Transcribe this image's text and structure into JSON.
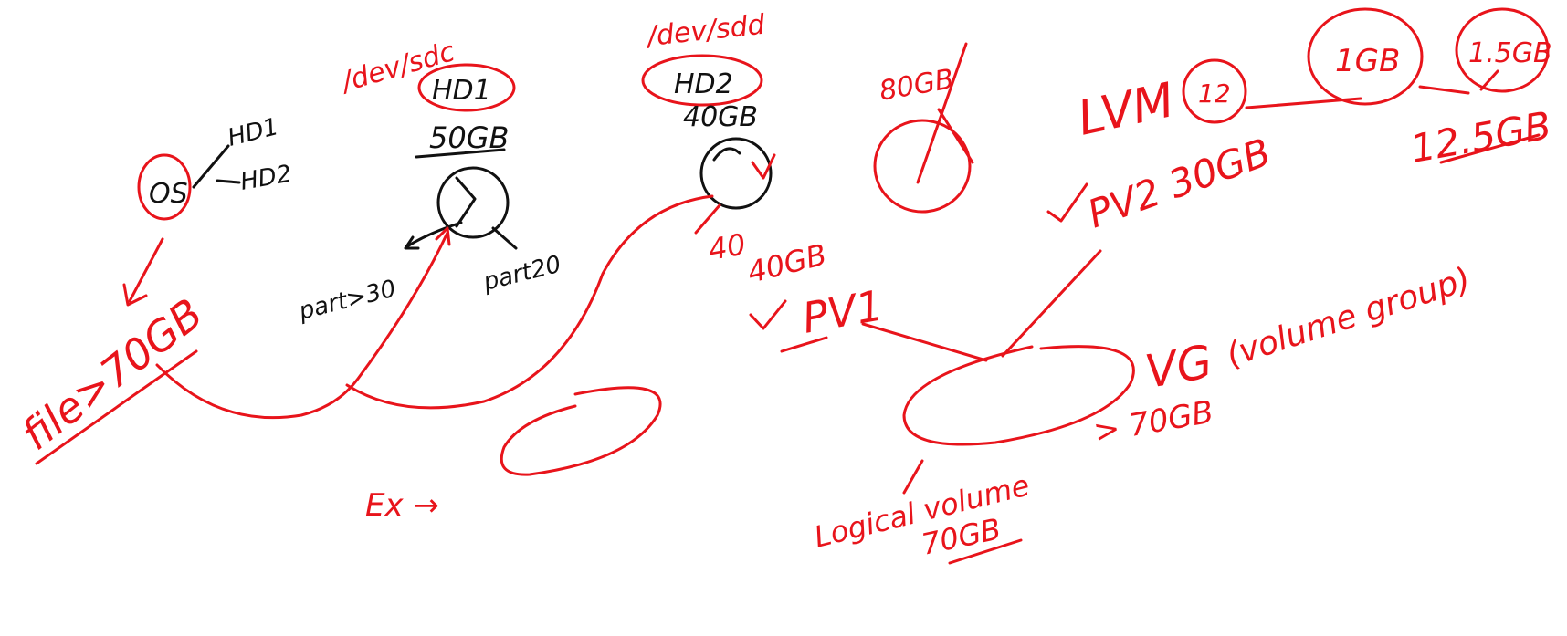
{
  "colors": {
    "red_ink": "#e8141b",
    "black_ink": "#111111",
    "background": "#ffffff"
  },
  "labels": {
    "os": "OS",
    "os_hd1": "HD1",
    "os_hd2": "HD2",
    "file": "file>70GB",
    "dev_sdc": "/dev/sdc",
    "hd1": "HD1",
    "hd1_size": "50GB",
    "part30": "part>30",
    "part20": "part20",
    "dev_sdd": "/dev/sdd",
    "hd2": "HD2",
    "hd2_size": "40GB",
    "size_40": "40",
    "size_40gb": "40GB",
    "pv1": "PV1",
    "crossed_80gb": "80GB",
    "lvm": "LVM",
    "lvm_12": "12",
    "lvm_1gb": "1GB",
    "lvm_1_5gb": "1.5GB",
    "lvm_12_5gb": "12.5GB",
    "pv2": "PV2 30GB",
    "vg": "VG",
    "vg_desc": "(volume group)",
    "vg_size": "> 70GB",
    "lv": "Logical volume",
    "lv_size": "70GB",
    "ex": "Ex →"
  }
}
